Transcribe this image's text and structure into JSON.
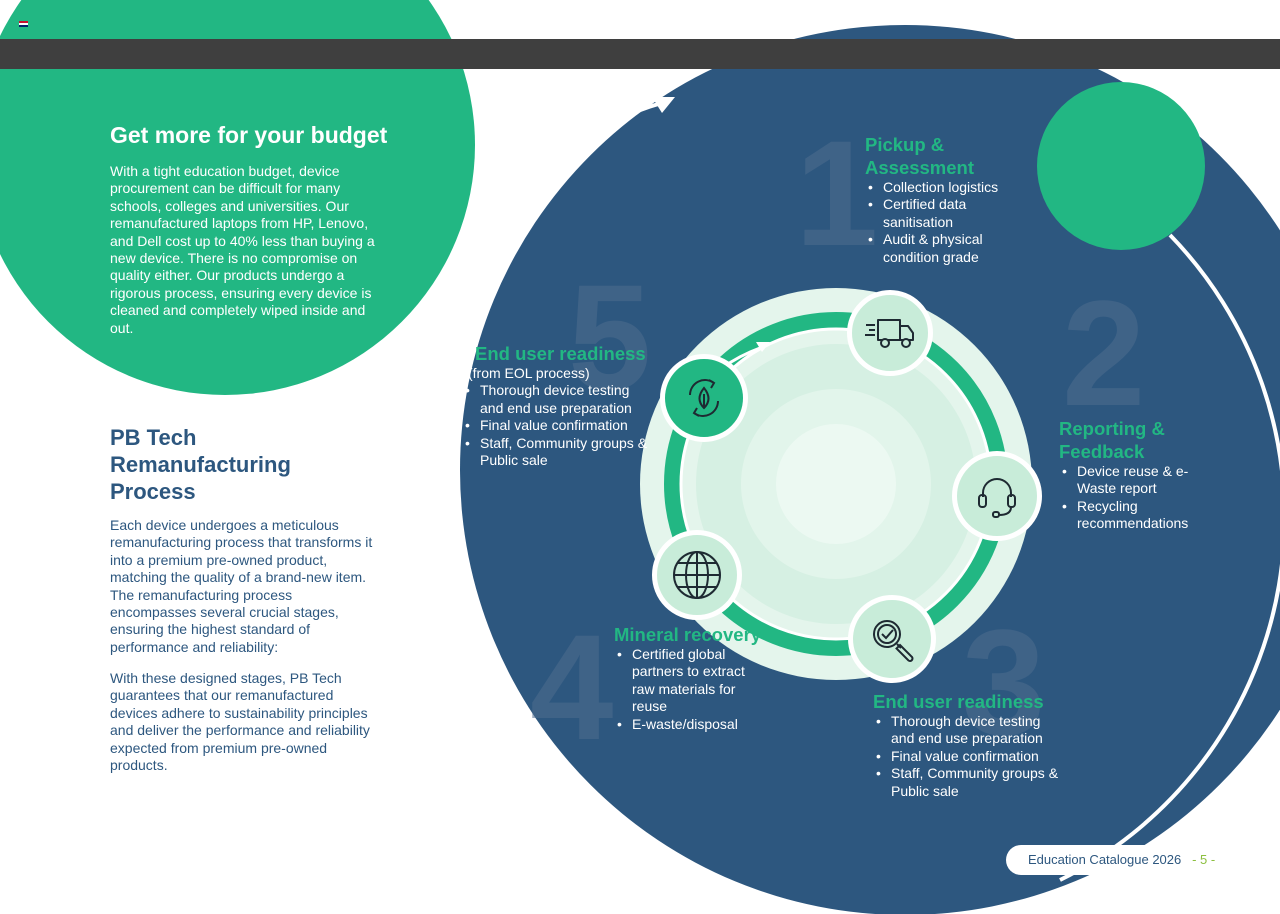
{
  "budget": {
    "title": "Get more for your budget",
    "body": "With a tight education budget, device procurement can be difficult for many schools, colleges and universities. Our remanufactured laptops from HP, Lenovo, and Dell cost up to 40% less than buying a new device. There is no compromise on quality either. Our products undergo a rigorous process, ensuring every device is cleaned and completely wiped inside and out."
  },
  "process": {
    "title": "PB Tech Remanufacturing Process",
    "para1": "Each device undergoes a meticulous remanufacturing process that transforms it into a premium pre-owned product, matching the quality of a brand-new item. The remanufacturing process encompasses several crucial stages, ensuring the highest standard of performance and reliability:",
    "para2": "With these designed stages, PB Tech guarantees that our remanufactured devices adhere to sustainability principles and deliver the performance and reliability expected from premium pre-owned products."
  },
  "steps": {
    "s1": {
      "num": "1",
      "title": "Pickup & Assessment",
      "items": [
        "Collection logistics",
        "Certified data sanitisation",
        "Audit & physical condition grade"
      ]
    },
    "s2": {
      "num": "2",
      "title": "Reporting & Feedback",
      "items": [
        "Device reuse & e-Waste report",
        "Recycling recommendations"
      ]
    },
    "s3": {
      "num": "3",
      "title": "End user readiness",
      "items": [
        "Thorough device testing and end use preparation",
        "Final value confirmation",
        "Staff, Community groups & Public sale"
      ]
    },
    "s4": {
      "num": "4",
      "title": "Mineral recovery",
      "items": [
        "Certified global partners to extract raw materials for reuse",
        "E-waste/disposal"
      ]
    },
    "s5": {
      "num": "5",
      "title": "End user readiness",
      "subtitle": "(from EOL process)",
      "items": [
        "Thorough device testing and end use preparation",
        "Final value confirmation",
        "Staff, Community groups & Public sale"
      ]
    }
  },
  "icons": [
    "truck-icon",
    "headset-icon",
    "magnifier-check-icon",
    "globe-icon",
    "recycle-leaf-icon"
  ],
  "footer": {
    "label": "Education Catalogue 2026",
    "page": "- 5 -"
  },
  "colors": {
    "navy": "#2d577f",
    "green": "#22b783",
    "darkbar": "#3f3f3f",
    "light_green": "#c8ecd9"
  }
}
